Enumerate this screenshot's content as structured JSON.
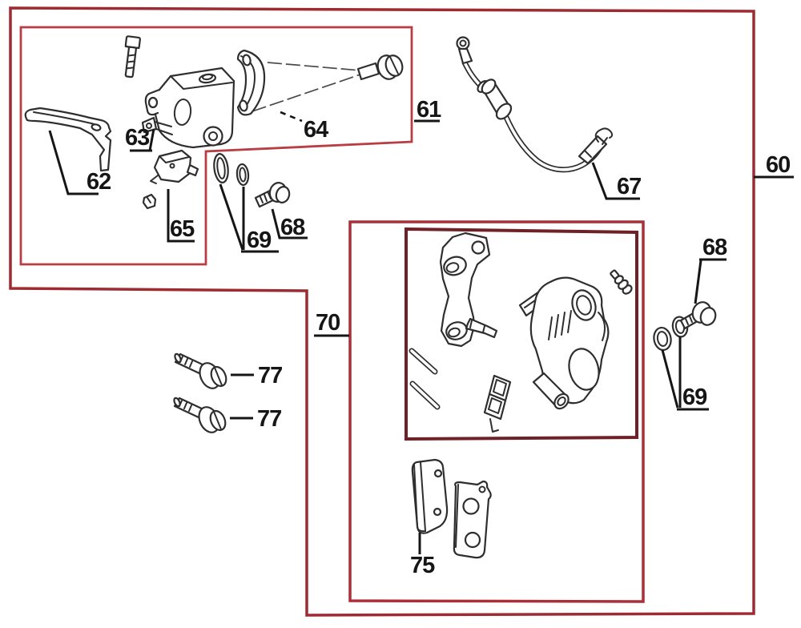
{
  "diagram": {
    "kind": "exploded-parts-diagram",
    "background": "#ffffff"
  },
  "colors": {
    "outer_border": "#9e2b31",
    "region61_border": "#b83d45",
    "region70_border": "#ac2f38",
    "caliper_box_border": "#6e2127",
    "leader": "#161616",
    "art": "#2e2e2e"
  },
  "labels": {
    "n60": "60",
    "n61": "61",
    "n62": "62",
    "n63": "63",
    "n64": "64",
    "n65": "65",
    "n67": "67",
    "n68_left": "68",
    "n68_right": "68",
    "n69_left": "69",
    "n69_right": "69",
    "n70": "70",
    "n75": "75",
    "n77_top": "77",
    "n77_bottom": "77"
  }
}
